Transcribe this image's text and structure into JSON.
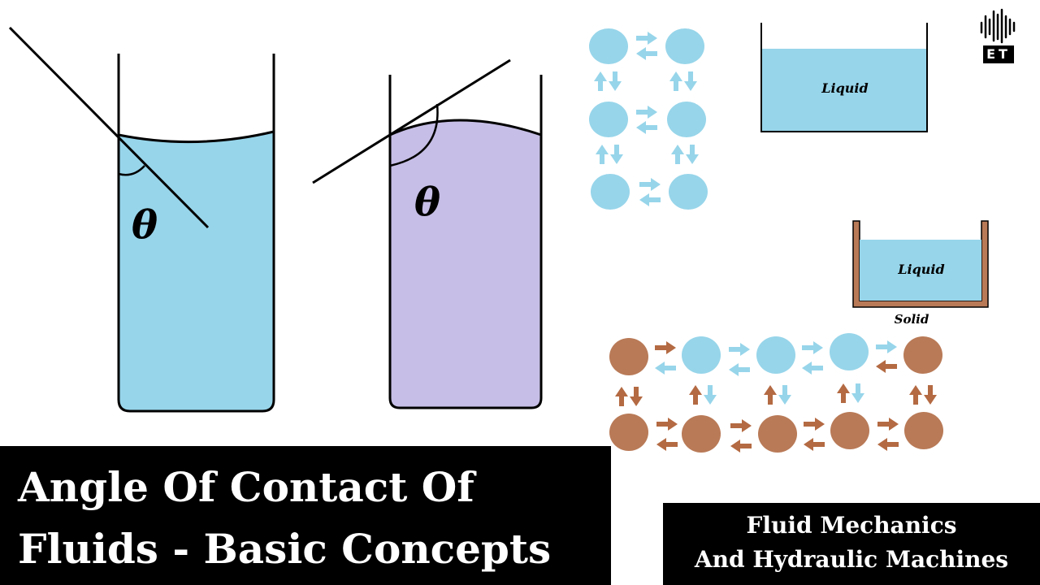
{
  "theta_symbol": "θ",
  "liquid_label_top": "Liquid",
  "liquid_label_bottom": "Liquid",
  "solid_label": "Solid",
  "title": {
    "line1": "Angle Of Contact Of",
    "line2": "Fluids - Basic Concepts"
  },
  "series": {
    "line1": "Fluid Mechanics",
    "line2": "And Hydraulic Machines"
  },
  "logo": {
    "text": "ET",
    "icon": "sound-wave-icon"
  },
  "colors": {
    "water": "#97d5ea",
    "mercury_like": "#c6bee6",
    "solid_particle": "#b97a57",
    "arrow_brown": "#b46a42",
    "outline": "#000000"
  }
}
